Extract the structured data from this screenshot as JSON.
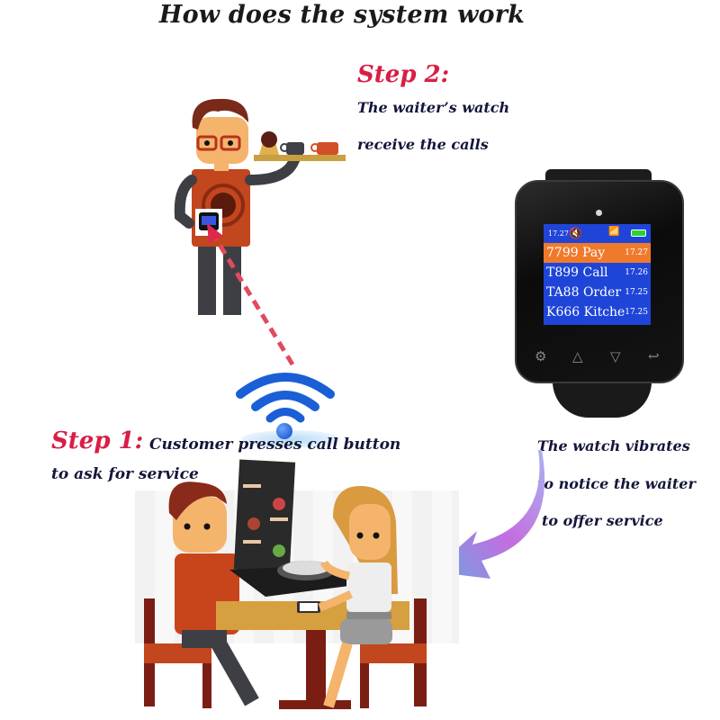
{
  "title": "How does the system work",
  "step2": {
    "label": "Step 2:",
    "line1": "The  waiter’s watch",
    "line2": "receive the  calls"
  },
  "step1": {
    "label": "Step 1:",
    "line1": "Customer presses call button",
    "line2": "to ask for service"
  },
  "vibrate_note": {
    "line1": "The watch vibrates",
    "line2": "to notice the  waiter",
    "line3": "to offer service"
  },
  "watch": {
    "status_time": "17.27",
    "mute_icon": "🔇",
    "signal_icon": "📶",
    "messages": [
      {
        "text": "7799 Pay",
        "time": "17.27",
        "active": true
      },
      {
        "text": "T899 Call",
        "time": "17.26",
        "active": false
      },
      {
        "text": "TA88 Order",
        "time": "17.25",
        "active": false
      },
      {
        "text": "K666 Kitche",
        "time": "17.25",
        "active": false
      }
    ],
    "buttons": {
      "settings": "⚙",
      "up": "△",
      "down": "▽",
      "back": "↩"
    }
  },
  "colors": {
    "accent_red": "#d81e46",
    "text_navy": "#14163a",
    "screen_blue": "#1f45d8",
    "highlight_orange": "#f07a2c",
    "wifi_blue": "#0c47c7"
  }
}
